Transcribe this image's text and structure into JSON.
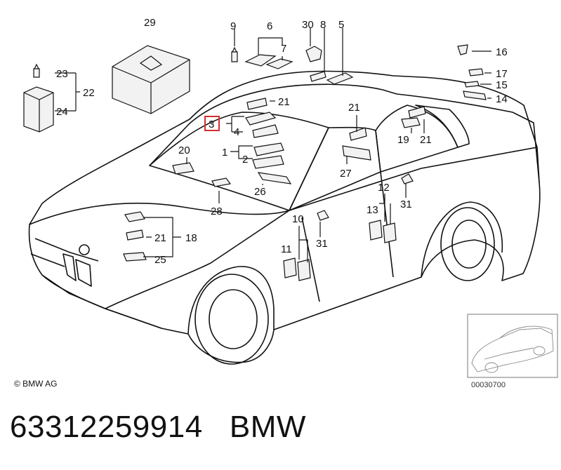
{
  "copyright": "© BMW AG",
  "thumbnail_code": "00030700",
  "part_number": "63312259914",
  "brand": "BMW",
  "highlight_color": "#d32f2f",
  "callouts": {
    "c1": "1",
    "c2": "2",
    "c3": "3",
    "c4": "4",
    "c5": "5",
    "c6": "6",
    "c7": "7",
    "c8": "8",
    "c9": "9",
    "c10": "10",
    "c11": "11",
    "c12": "12",
    "c13": "13",
    "c14": "14",
    "c15": "15",
    "c16": "16",
    "c17": "17",
    "c18": "18",
    "c19": "19",
    "c20": "20",
    "c21": "21",
    "c22": "22",
    "c23": "23",
    "c24": "24",
    "c25": "25",
    "c26": "26",
    "c27": "27",
    "c28": "28",
    "c29": "29",
    "c30": "30",
    "c31": "31"
  }
}
